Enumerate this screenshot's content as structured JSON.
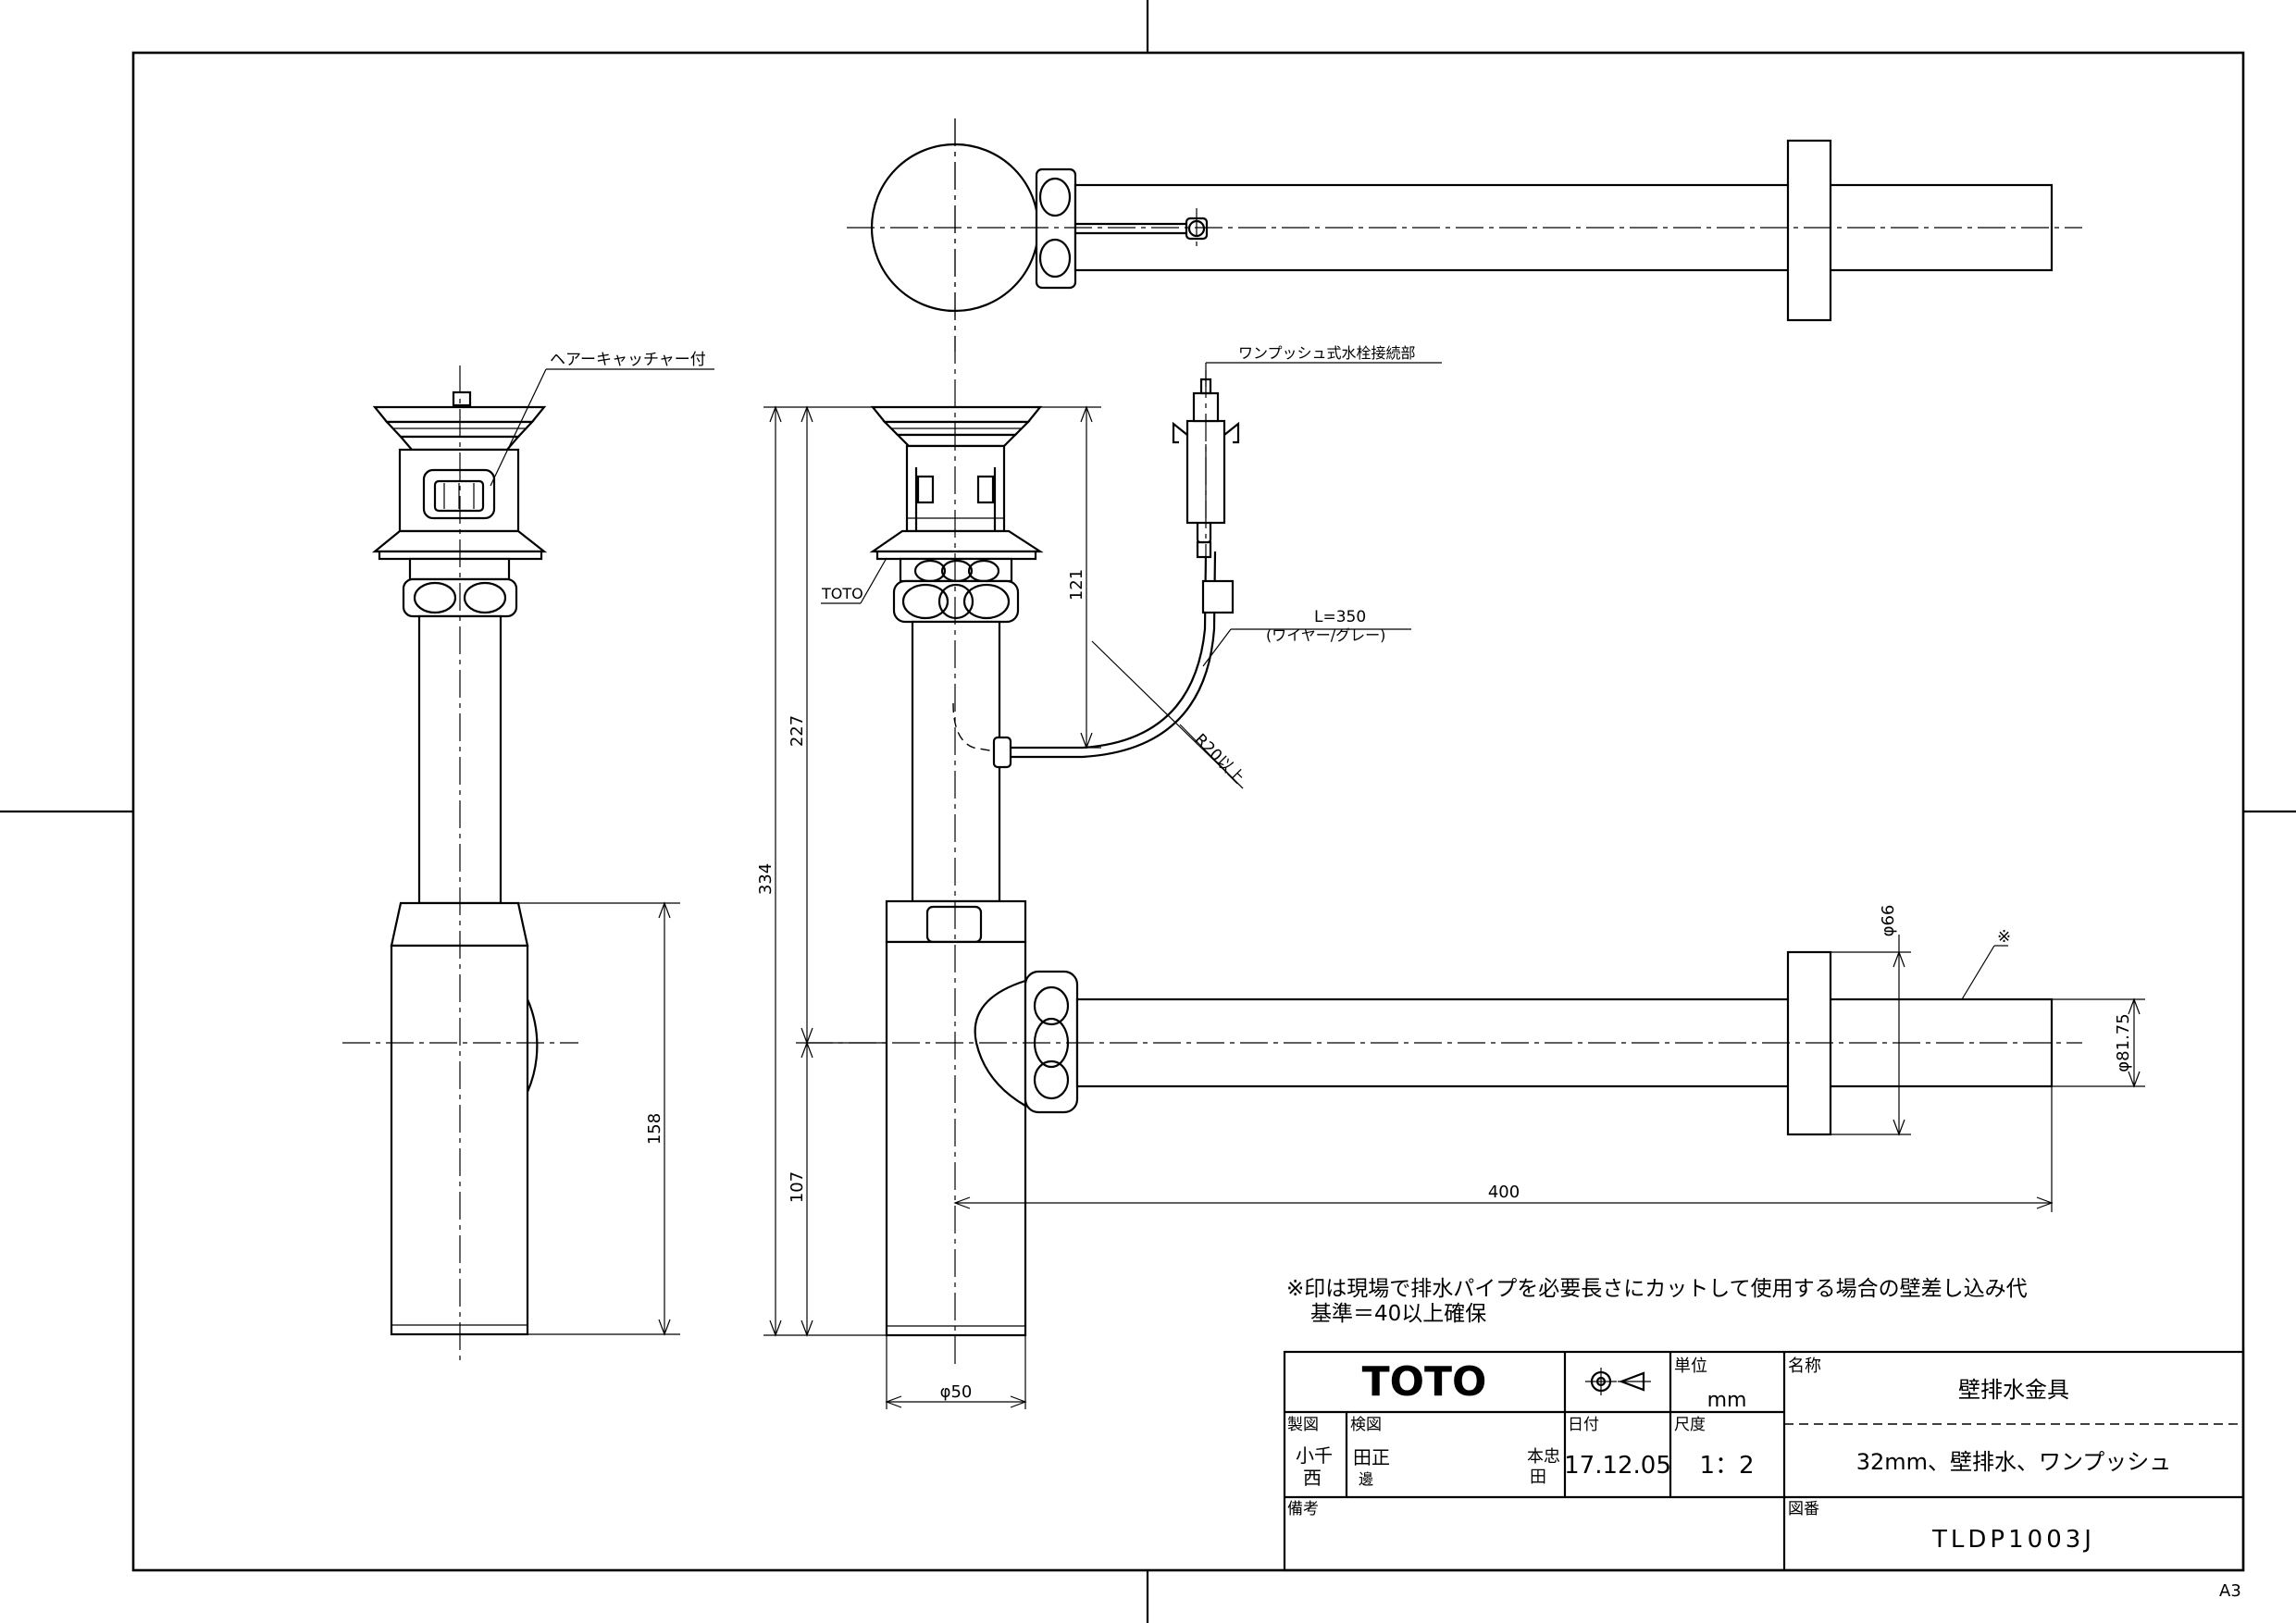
{
  "drawing": {
    "labels": {
      "hair_catcher": "ヘアーキャッチャー付",
      "one_push_connection": "ワンプッシュ式水栓接続部",
      "toto_mark": "TOTO",
      "wire_length": "L=350",
      "wire_desc": "(ワイヤー/グレー)",
      "bend_radius": "R20以上",
      "asterisk": "※"
    },
    "dimensions": {
      "d227": "227",
      "d334": "334",
      "d121": "121",
      "d107": "107",
      "d158": "158",
      "d400": "400",
      "d_phi50": "φ50",
      "d_phi66": "φ66",
      "d_phi81": "φ81.75"
    },
    "note_line1": "※印は現場で排水パイプを必要長さにカットして使用する場合の壁差し込み代",
    "note_line2": "基準＝40以上確保",
    "sheet_size": "A3"
  },
  "title_block": {
    "brand": "TOTO",
    "unit_label": "単位",
    "unit_value": "mm",
    "name_label": "名称",
    "name_value": "壁排水金具",
    "drawn_label": "製図",
    "drawn_stamp_1": "小千",
    "drawn_stamp_2": "西",
    "checked_label": "検図",
    "checked_stamp_1": "田正",
    "checked_stamp_2": "邊",
    "approved_stamp_1": "本忠",
    "approved_stamp_2": "田",
    "date_label": "日付",
    "date_value": "17.12.05",
    "scale_label": "尺度",
    "scale_value": "1：2",
    "description": "32mm、壁排水、ワンプッシュ",
    "remarks_label": "備考",
    "drawing_no_label": "図番",
    "drawing_no": "TLDP1003J"
  }
}
